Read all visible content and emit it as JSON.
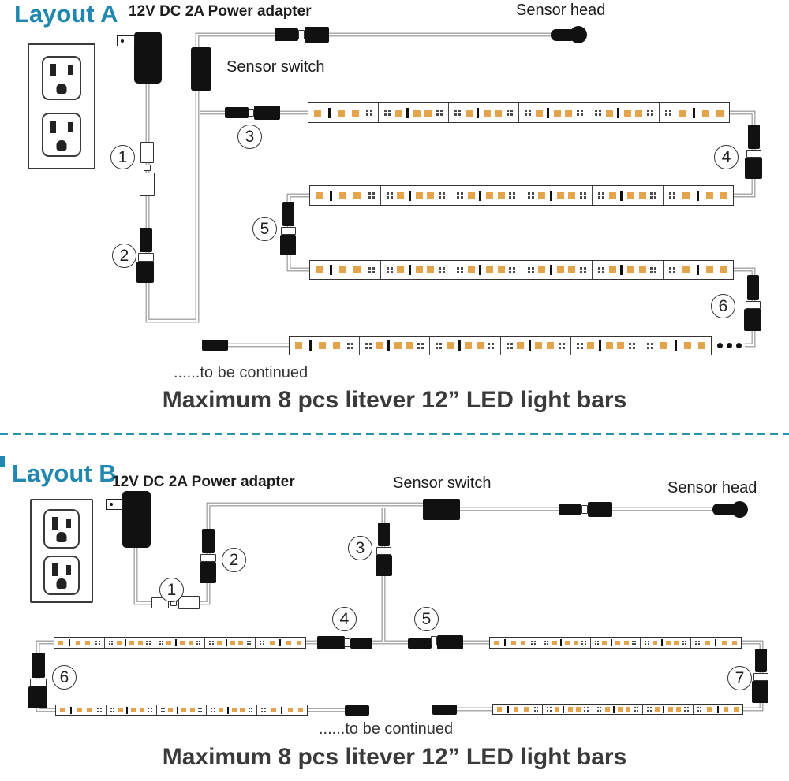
{
  "colors": {
    "accent_teal": "#1f87b0",
    "led_amber": "#e5a44c",
    "connector_black": "#111111",
    "wire_gray": "#8f8f8f"
  },
  "layout_a": {
    "title": "Layout A",
    "adapter_label": "12V DC 2A Power adapter",
    "sensor_head_label": "Sensor head",
    "sensor_switch_label": "Sensor switch",
    "markers": [
      "1",
      "2",
      "3",
      "4",
      "5",
      "6"
    ],
    "continued_note": "......to be continued",
    "caption": "Maximum 8 pcs litever 12” LED light bars"
  },
  "layout_b": {
    "title": "Layout B",
    "adapter_label": "12V DC 2A Power adapter",
    "sensor_switch_label": "Sensor switch",
    "sensor_head_label": "Sensor head",
    "markers": [
      "1",
      "2",
      "3",
      "4",
      "5",
      "6",
      "7"
    ],
    "continued_note": "......to be continued",
    "caption": "Maximum 8 pcs litever 12” LED light bars"
  }
}
